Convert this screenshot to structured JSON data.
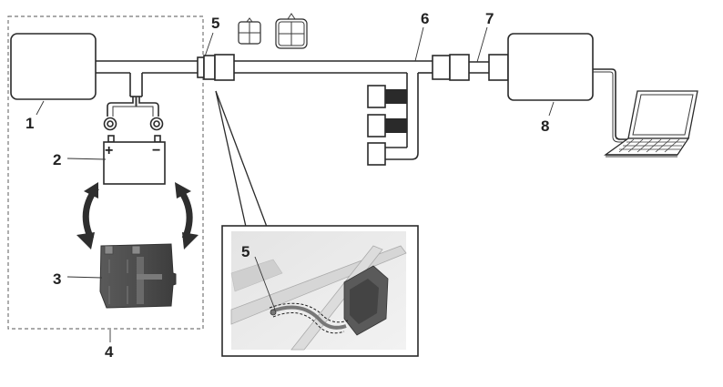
{
  "diagram": {
    "callouts": [
      {
        "id": "1",
        "label": "1"
      },
      {
        "id": "2",
        "label": "2"
      },
      {
        "id": "3",
        "label": "3"
      },
      {
        "id": "4",
        "label": "4"
      },
      {
        "id": "5",
        "label": "5"
      },
      {
        "id": "6",
        "label": "6"
      },
      {
        "id": "7",
        "label": "7"
      },
      {
        "id": "8",
        "label": "8"
      }
    ],
    "inset": {
      "callout": "5"
    },
    "battery": {
      "positive": "+",
      "negative": "−"
    }
  }
}
